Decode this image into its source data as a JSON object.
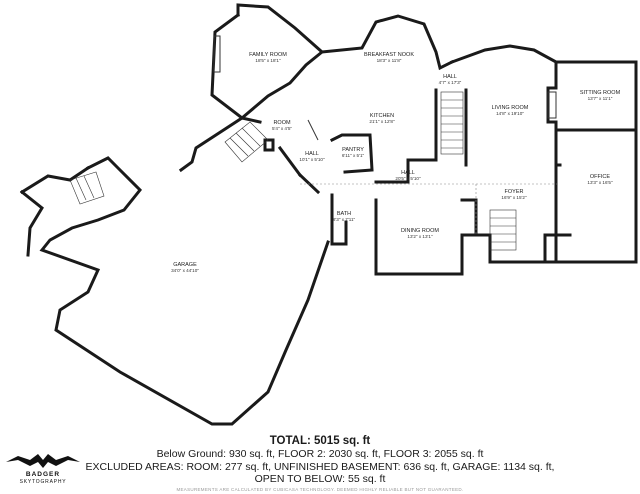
{
  "rooms": [
    {
      "id": "family-room",
      "name": "FAMILY ROOM",
      "dims": "18'5\" x 18'1\""
    },
    {
      "id": "breakfast-nook",
      "name": "BREAKFAST NOOK",
      "dims": "18'3\" x 11'8\""
    },
    {
      "id": "hall-top",
      "name": "HALL",
      "dims": "4'7\" x 17'3\""
    },
    {
      "id": "sitting-room",
      "name": "SITTING ROOM",
      "dims": "13'7\" x 11'1\""
    },
    {
      "id": "living-room",
      "name": "LIVING ROOM",
      "dims": "14'8\" x 19'10\""
    },
    {
      "id": "kitchen",
      "name": "KITCHEN",
      "dims": "21'1\" x 12'8\""
    },
    {
      "id": "room",
      "name": "ROOM",
      "dims": "5'4\" x 4'5\""
    },
    {
      "id": "pantry",
      "name": "PANTRY",
      "dims": "6'11\" x 5'1\""
    },
    {
      "id": "hall-left",
      "name": "HALL",
      "dims": "10'1\" x 5'10\""
    },
    {
      "id": "hall-center",
      "name": "HALL",
      "dims": "20'5\" x 5'10\""
    },
    {
      "id": "office",
      "name": "OFFICE",
      "dims": "13'3\" x 16'5\""
    },
    {
      "id": "foyer",
      "name": "FOYER",
      "dims": "16'9\" x 15'2\""
    },
    {
      "id": "bath",
      "name": "BATH",
      "dims": "8'3\" x 7'11\""
    },
    {
      "id": "dining-room",
      "name": "DINING ROOM",
      "dims": "13'2\" x 13'1\""
    },
    {
      "id": "garage",
      "name": "GARAGE",
      "dims": "34'0\" x 44'10\""
    }
  ],
  "summary": {
    "total": "TOTAL: 5015 sq. ft",
    "floors": "Below Ground: 930 sq. ft, FLOOR 2: 2030 sq. ft, FLOOR 3: 2055 sq. ft",
    "excluded": "EXCLUDED AREAS: ROOM: 277 sq. ft, UNFINISHED BASEMENT: 636 sq. ft, GARAGE: 1134 sq. ft,",
    "open": "OPEN TO BELOW: 55 sq. ft",
    "disclaimer": "MEASUREMENTS ARE CALCULATED BY CUBICASA TECHNOLOGY. DEEMED HIGHLY RELIABLE BUT NOT GUARANTEED."
  },
  "logo": {
    "brand": "BADGER",
    "sub": "SKYTOGRAPHY"
  }
}
